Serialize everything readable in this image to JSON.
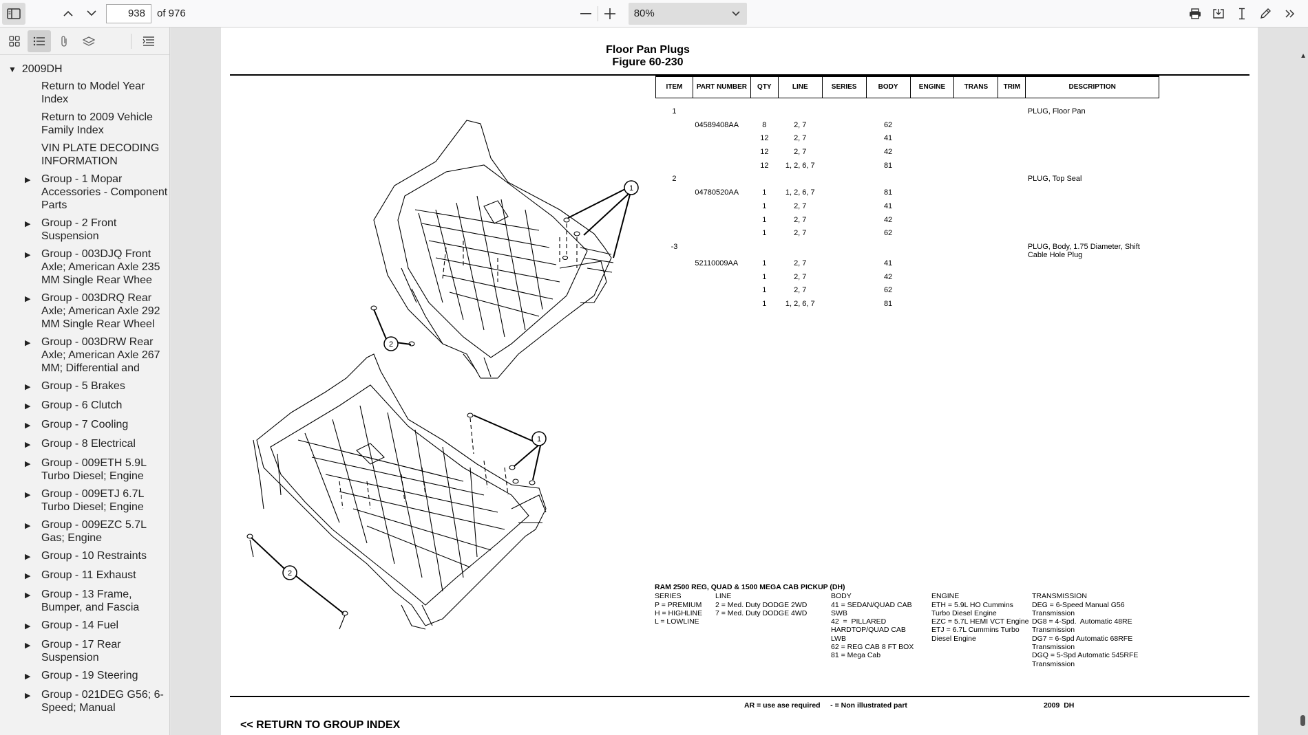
{
  "toolbar": {
    "page_number": "938",
    "page_count": "of 976",
    "zoom": "80%"
  },
  "sidebar": {
    "root": "2009DH",
    "items": [
      {
        "label": "Return to Model Year Index",
        "expandable": false
      },
      {
        "label": "Return to 2009 Vehicle Family Index",
        "expandable": false
      },
      {
        "label": "VIN PLATE DECODING INFORMATION",
        "expandable": false
      },
      {
        "label": "Group - 1 Mopar Accessories - Component Parts",
        "expandable": true
      },
      {
        "label": "Group - 2 Front Suspension",
        "expandable": true
      },
      {
        "label": "Group - 003DJQ Front Axle; American Axle 235 MM Single Rear Whee",
        "expandable": true
      },
      {
        "label": "Group - 003DRQ Rear Axle; American Axle 292 MM Single Rear Wheel",
        "expandable": true
      },
      {
        "label": "Group - 003DRW Rear Axle; American Axle 267 MM; Differential and",
        "expandable": true
      },
      {
        "label": "Group - 5 Brakes",
        "expandable": true
      },
      {
        "label": "Group - 6 Clutch",
        "expandable": true
      },
      {
        "label": "Group - 7 Cooling",
        "expandable": true
      },
      {
        "label": "Group - 8 Electrical",
        "expandable": true
      },
      {
        "label": "Group - 009ETH 5.9L Turbo Diesel; Engine",
        "expandable": true
      },
      {
        "label": "Group - 009ETJ 6.7L Turbo Diesel; Engine",
        "expandable": true
      },
      {
        "label": "Group - 009EZC 5.7L Gas; Engine",
        "expandable": true
      },
      {
        "label": "Group - 10 Restraints",
        "expandable": true
      },
      {
        "label": "Group - 11 Exhaust",
        "expandable": true
      },
      {
        "label": "Group - 13 Frame, Bumper, and Fascia",
        "expandable": true
      },
      {
        "label": "Group - 14 Fuel",
        "expandable": true
      },
      {
        "label": "Group - 17 Rear Suspension",
        "expandable": true
      },
      {
        "label": "Group - 19 Steering",
        "expandable": true
      },
      {
        "label": "Group - 021DEG G56; 6-Speed; Manual",
        "expandable": true
      }
    ]
  },
  "document": {
    "title": "Floor Pan Plugs",
    "figure": "Figure 60-230",
    "table_headers": [
      "ITEM",
      "PART NUMBER",
      "QTY",
      "LINE",
      "SERIES",
      "BODY",
      "ENGINE",
      "TRANS",
      "TRIM",
      "DESCRIPTION"
    ],
    "rows": [
      {
        "item": "1",
        "part": "",
        "qty": "",
        "line": "",
        "body": "",
        "desc": "PLUG, Floor Pan"
      },
      {
        "item": "",
        "part": "04589408AA",
        "qty": "8",
        "line": "2, 7",
        "body": "62",
        "desc": ""
      },
      {
        "item": "",
        "part": "",
        "qty": "12",
        "line": "2, 7",
        "body": "41",
        "desc": ""
      },
      {
        "item": "",
        "part": "",
        "qty": "12",
        "line": "2, 7",
        "body": "42",
        "desc": ""
      },
      {
        "item": "",
        "part": "",
        "qty": "12",
        "line": "1, 2, 6, 7",
        "body": "81",
        "desc": ""
      },
      {
        "item": "2",
        "part": "",
        "qty": "",
        "line": "",
        "body": "",
        "desc": "PLUG, Top Seal"
      },
      {
        "item": "",
        "part": "04780520AA",
        "qty": "1",
        "line": "1, 2, 6, 7",
        "body": "81",
        "desc": ""
      },
      {
        "item": "",
        "part": "",
        "qty": "1",
        "line": "2, 7",
        "body": "41",
        "desc": ""
      },
      {
        "item": "",
        "part": "",
        "qty": "1",
        "line": "2, 7",
        "body": "42",
        "desc": ""
      },
      {
        "item": "",
        "part": "",
        "qty": "1",
        "line": "2, 7",
        "body": "62",
        "desc": ""
      },
      {
        "item": "-3",
        "part": "",
        "qty": "",
        "line": "",
        "body": "",
        "desc": "PLUG, Body, 1.75 Diameter, Shift Cable Hole Plug"
      },
      {
        "item": "",
        "part": "52110009AA",
        "qty": "1",
        "line": "2, 7",
        "body": "41",
        "desc": ""
      },
      {
        "item": "",
        "part": "",
        "qty": "1",
        "line": "2, 7",
        "body": "42",
        "desc": ""
      },
      {
        "item": "",
        "part": "",
        "qty": "1",
        "line": "2, 7",
        "body": "62",
        "desc": ""
      },
      {
        "item": "",
        "part": "",
        "qty": "1",
        "line": "1, 2, 6, 7",
        "body": "81",
        "desc": ""
      }
    ],
    "legend": {
      "title": "RAM 2500 REG, QUAD & 1500 MEGA CAB PICKUP (DH)",
      "series": [
        "SERIES",
        "P = PREMIUM",
        "H = HIGHLINE",
        "L = LOWLINE"
      ],
      "line": [
        "LINE",
        "2 = Med. Duty DODGE 2WD",
        "7 = Med. Duty DODGE 4WD"
      ],
      "body": [
        "BODY",
        "41 = SEDAN/QUAD CAB",
        "SWB",
        "42  =  PILLARED",
        "HARDTOP/QUAD CAB",
        "LWB",
        "62 = REG CAB 8 FT BOX",
        "81 = Mega Cab"
      ],
      "engine": [
        "ENGINE",
        "ETH = 5.9L HO Cummins",
        "Turbo Diesel Engine",
        "EZC = 5.7L HEMI VCT Engine",
        "ETJ = 6.7L Cummins Turbo",
        "Diesel Engine"
      ],
      "transmission": [
        "TRANSMISSION",
        "DEG = 6-Speed Manual G56",
        "Transmission",
        "DG8 = 4-Spd.  Automatic 48RE",
        "Transmission",
        "DG7 = 6-Spd Automatic 68RFE",
        "Transmission",
        "DGQ = 5-Spd Automatic 545RFE",
        "Transmission"
      ]
    },
    "footer_left": "AR = use ase required     - = Non illustrated part",
    "footer_right": "2009  DH",
    "return_link": "<< RETURN TO GROUP INDEX",
    "callouts": [
      "1",
      "2",
      "1",
      "2"
    ]
  }
}
